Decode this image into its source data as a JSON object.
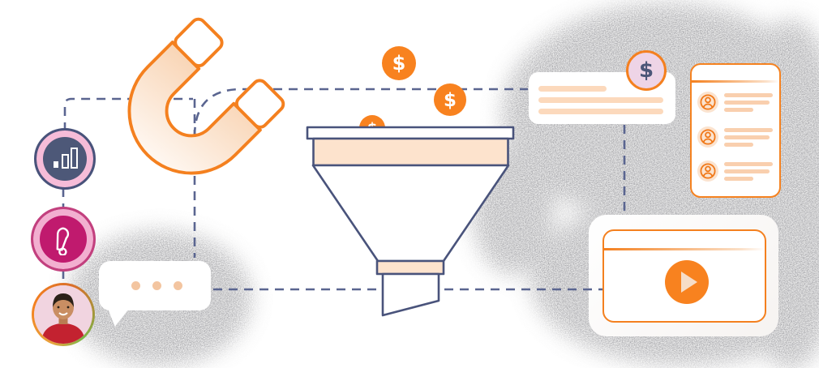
{
  "illustration": {
    "title": "Lead magnet sales funnel illustration",
    "coins": {
      "coin_top": "$",
      "coin_right": "$",
      "coin_rim": "$"
    },
    "lead_card": {
      "badge_symbol": "$",
      "skeleton_lines": 3
    },
    "contacts_card": {
      "items": 3,
      "lines_per_item": 3,
      "row_icon": "user-circle"
    },
    "video_card": {
      "icon": "play"
    },
    "left_rail": [
      {
        "icon": "bar-chart"
      },
      {
        "icon": "megaphone"
      },
      {
        "icon": "user-photo-avatar"
      }
    ],
    "chat_bubble": {
      "typing_dots": 3
    },
    "funnel": {
      "icon": "funnel",
      "bands": 2
    },
    "magnet": {
      "icon": "horseshoe-magnet"
    },
    "palette": {
      "orange": "#f4801f",
      "peach_fill": "#fde3cd",
      "peach_line": "#f9cfae",
      "outline_navy": "#49537b",
      "dash_blue": "#5a6590",
      "magenta": "#c01a6e",
      "pink_ring": "#f6bcd8",
      "slate_circle": "#4d5878",
      "badge_pink": "#eed4e6"
    }
  }
}
